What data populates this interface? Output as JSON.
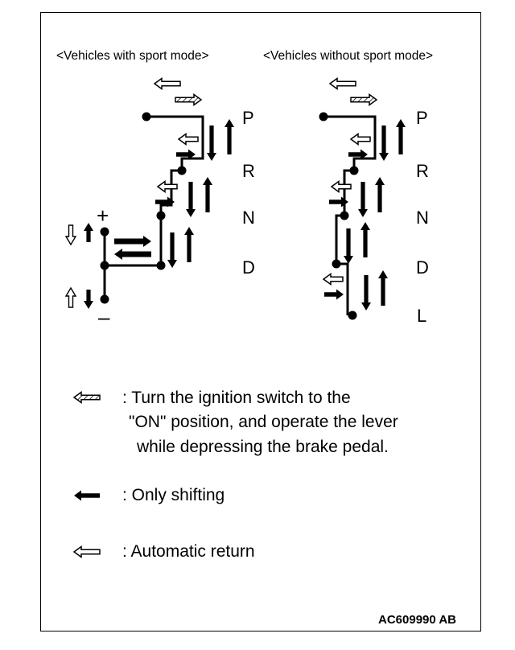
{
  "headers": {
    "with_sport": "<Vehicles with sport mode>",
    "without_sport": "<Vehicles without sport mode>"
  },
  "left_diagram": {
    "gears": [
      "P",
      "R",
      "N",
      "D"
    ],
    "plus": "+",
    "minus": "–"
  },
  "right_diagram": {
    "gears": [
      "P",
      "R",
      "N",
      "D",
      "L"
    ]
  },
  "legend": {
    "brake_shift": {
      "icon": "hatched-arrow-icon",
      "lines": [
        ": Turn the ignition switch to the",
        "\"ON\" position, and operate the lever",
        "while depressing the brake pedal."
      ]
    },
    "only_shift": {
      "icon": "solid-arrow-icon",
      "text": ": Only shifting"
    },
    "auto_return": {
      "icon": "outline-arrow-icon",
      "text": ": Automatic return"
    }
  },
  "figure_code": "AC609990 AB"
}
